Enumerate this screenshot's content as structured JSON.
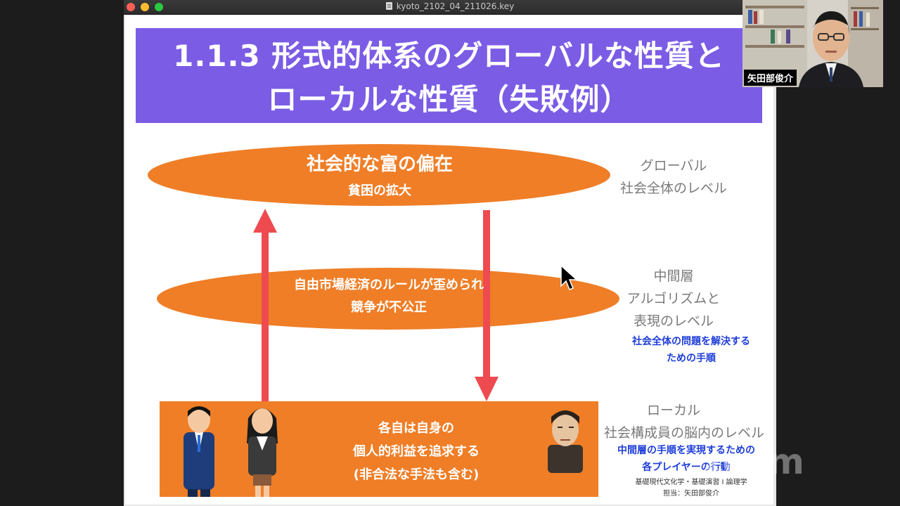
{
  "window": {
    "doc_title": "kyoto_2102_04_211026.key"
  },
  "slide": {
    "title_line1": "1.1.3 形式的体系のグローバルな性質と",
    "title_line2": "ローカルな性質（失敗例）",
    "global_ellipse": {
      "main": "社会的な富の偏在",
      "sub": "貧困の拡大"
    },
    "middle_ellipse": {
      "line1": "自由市場経済のルールが歪められ",
      "line2": "競争が不公正"
    },
    "bottom_box": {
      "line1": "各自は自身の",
      "line2": "個人的利益を追求する",
      "line3": "(非合法な手法も含む)"
    },
    "side_global": {
      "line1": "グローバル",
      "line2": "社会全体のレベル"
    },
    "side_middle": {
      "line1": "中間層",
      "line2": "アルゴリズムと",
      "line3": "表現のレベル",
      "blue1": "社会全体の問題を解決する",
      "blue2": "ための手順"
    },
    "side_local": {
      "line1": "ローカル",
      "line2": "社会構成員の脳内のレベル",
      "blue1": "中間層の手順を実現するための",
      "blue2": "各プレイヤーの行動"
    },
    "footer": {
      "line1": "基礎現代文化学・基礎演習 I 論理学",
      "line2": "担当：矢田部俊介"
    }
  },
  "webcam": {
    "name": "矢田部俊介"
  },
  "watermark": "zoom",
  "colors": {
    "title_band": "#7b5ce5",
    "ellipse_orange": "#ef7e27",
    "arrow_red": "#ee4b50",
    "side_blue": "#1e3ed9"
  }
}
